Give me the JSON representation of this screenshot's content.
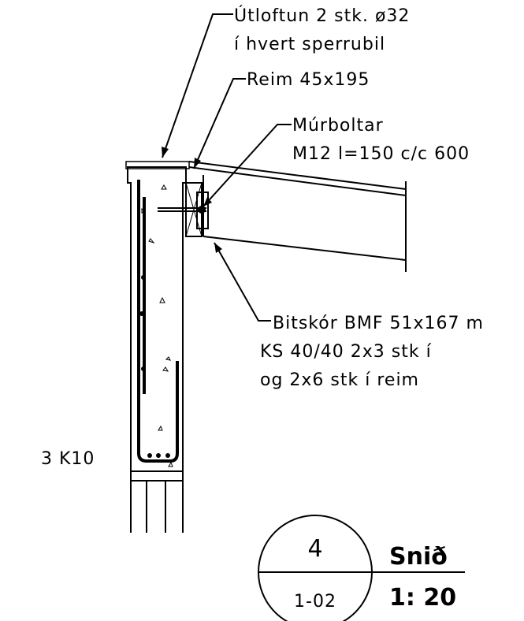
{
  "labels": {
    "vent": [
      "Útloftun 2 stk. ø32",
      "í hvert sperrubil"
    ],
    "beam": "Reim 45x195",
    "bolts": [
      "Múrboltar",
      "M12 l=150 c/c 600"
    ],
    "hanger": [
      "Bitskór BMF 51x167 m",
      "KS 40/40 2x3 stk í",
      "og 2x6 stk í reim"
    ],
    "rebar": "3 K10"
  },
  "title_block": {
    "detail_number": "4",
    "sheet_ref": "1-02",
    "title": "Snið",
    "scale": "1: 20"
  },
  "colors": {
    "line": "#000000",
    "background": "#ffffff"
  }
}
